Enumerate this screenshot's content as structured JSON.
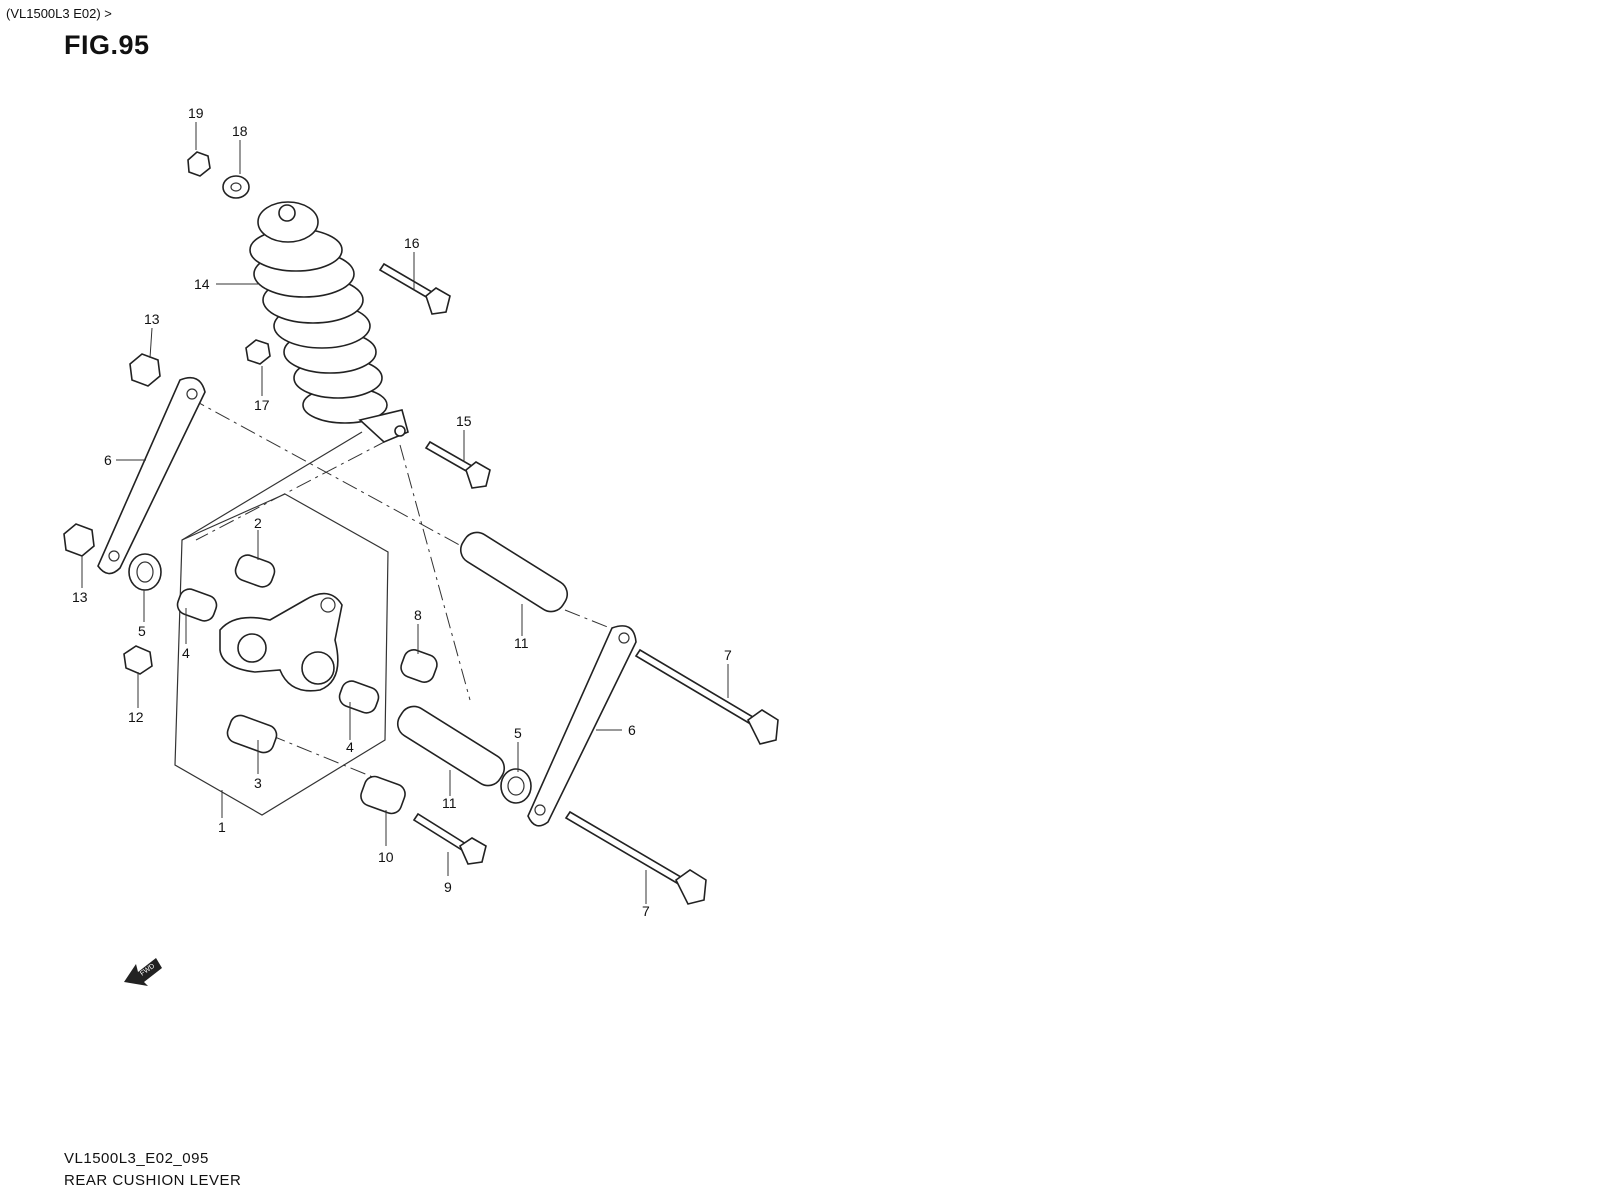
{
  "header": {
    "breadcrumb": "(VL1500L3 E02) >",
    "figure_title": "FIG.95"
  },
  "footer": {
    "diagram_code": "VL1500L3_E02_095",
    "diagram_name": "REAR CUSHION LEVER"
  },
  "fwd_arrow_label": "FWD",
  "callouts": [
    {
      "id": "c19",
      "label": "19"
    },
    {
      "id": "c18",
      "label": "18"
    },
    {
      "id": "c16",
      "label": "16"
    },
    {
      "id": "c14",
      "label": "14"
    },
    {
      "id": "c13a",
      "label": "13"
    },
    {
      "id": "c17",
      "label": "17"
    },
    {
      "id": "c15",
      "label": "15"
    },
    {
      "id": "c6a",
      "label": "6"
    },
    {
      "id": "c13b",
      "label": "13"
    },
    {
      "id": "c2",
      "label": "2"
    },
    {
      "id": "c5a",
      "label": "5"
    },
    {
      "id": "c4a",
      "label": "4"
    },
    {
      "id": "c8",
      "label": "8"
    },
    {
      "id": "c11a",
      "label": "11"
    },
    {
      "id": "c7a",
      "label": "7"
    },
    {
      "id": "c12",
      "label": "12"
    },
    {
      "id": "c6b",
      "label": "6"
    },
    {
      "id": "c5b",
      "label": "5"
    },
    {
      "id": "c4b",
      "label": "4"
    },
    {
      "id": "c3",
      "label": "3"
    },
    {
      "id": "c11b",
      "label": "11"
    },
    {
      "id": "c1",
      "label": "1"
    },
    {
      "id": "c10",
      "label": "10"
    },
    {
      "id": "c9",
      "label": "9"
    },
    {
      "id": "c7b",
      "label": "7"
    }
  ]
}
